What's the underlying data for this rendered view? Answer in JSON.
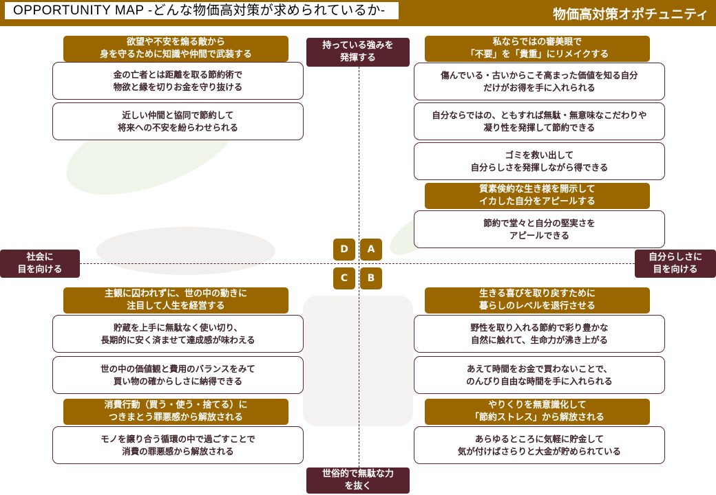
{
  "header": {
    "title": "OPPORTUNITY  MAP  -どんな物価高対策が求められているか-",
    "subtitle": "物価高対策オポチュニティ"
  },
  "axes": {
    "top": "持っている強みを\n発揮する",
    "bottom": "世俗的で無駄な力\nを抜く",
    "left": "社会に\n目を向ける",
    "right": "自分らしさに\n目を向ける"
  },
  "quadrant_labels": {
    "a": "A",
    "b": "B",
    "c": "C",
    "d": "D"
  },
  "groups": [
    {
      "quadrant": "D",
      "heading": "欲望や不安を煽る敵から\n身を守るために知識や仲間で武装する",
      "cards": [
        "金の亡者とは距離を取る節約術で\n物欲と縁を切りお金を守り抜ける",
        "近しい仲間と協同で節約して\n将来への不安を紛らわせられる"
      ]
    },
    {
      "quadrant": "A",
      "heading": "私ならではの審美眼で\n「不要」を「貴重」にリメイクする",
      "cards": [
        "傷んでいる・古いからこそ高まった価値を知る自分\nだけがお得を手に入れられる",
        "自分ならではの、ともすれば無駄・無意味なこだわりや\n凝り性を発揮して節約できる",
        "ゴミを救い出して\n自分らしさを発揮しながら得できる"
      ]
    },
    {
      "quadrant": "A",
      "heading": "質素倹約な生き様を開示して\nイカした自分をアピールする",
      "cards": [
        "節約で堂々と自分の堅実さを\nアピールできる"
      ]
    },
    {
      "quadrant": "C",
      "heading": "主観に囚われずに、世の中の動きに\n注目して人生を経営する",
      "cards": [
        "貯蔵を上手に無駄なく使い切り、\n長期的に安く済ませて達成感が味わえる",
        "世の中の価値観と費用のバランスをみて\n買い物の確からしさに納得できる"
      ]
    },
    {
      "quadrant": "C",
      "heading": "消費行動（買う・使う・捨てる）に\nつきまとう罪悪感から解放される",
      "cards": [
        "モノを譲り合う循環の中で過ごすことで\n消費の罪悪感から解放される"
      ]
    },
    {
      "quadrant": "B",
      "heading": "生きる喜びを取り戻すために\n暮らしのレベルを退行させる",
      "cards": [
        "野性を取り入れる節約で彩り豊かな\n自然に触れて、生命力が沸き上がる",
        "あえて時間をお金で買わないことで、\nのんびり自由な時間を手に入れられる"
      ]
    },
    {
      "quadrant": "B",
      "heading": "やりくりを無意識化して\n「節約ストレス」から解放される",
      "cards": [
        "あらゆるところに気軽に貯金して\n気が付けばさらりと大金が貯められている"
      ]
    }
  ],
  "colors": {
    "brand": "#996600",
    "axis": "#57242e",
    "text": "#3a2228"
  }
}
